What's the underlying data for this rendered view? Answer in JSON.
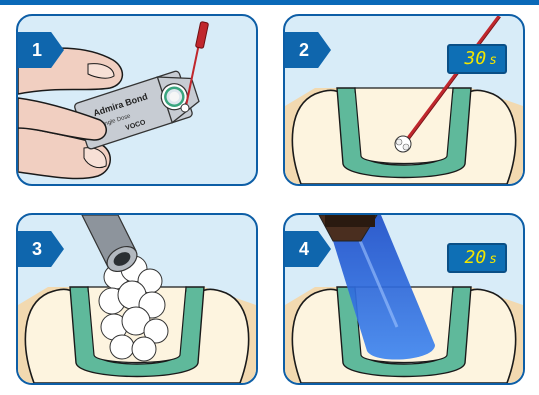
{
  "steps": [
    {
      "number": "1"
    },
    {
      "number": "2",
      "timer": {
        "value": "30",
        "unit": "s"
      }
    },
    {
      "number": "3"
    },
    {
      "number": "4",
      "timer": {
        "value": "20",
        "unit": "s"
      }
    }
  ],
  "product_label": {
    "name": "Admira Bond",
    "sub": "Single Dose",
    "brand": "VOCO"
  },
  "colors": {
    "frame": "#0d5ea6",
    "background": "#d8ecf8",
    "badge": "#0f66ad",
    "timer_bg": "#0e6fb5",
    "timer_digits": "#f3e600",
    "tooth": "#fdf4df",
    "tooth_outline": "#1a1a1a",
    "gum": "#f2d9b0",
    "bond_layer": "#5fb99b",
    "light_beam": "#2f6fe0"
  },
  "icons": [
    "applicator-brush-icon",
    "single-dose-blister-icon",
    "air-syringe-icon",
    "curing-light-icon",
    "fingers-icon"
  ]
}
